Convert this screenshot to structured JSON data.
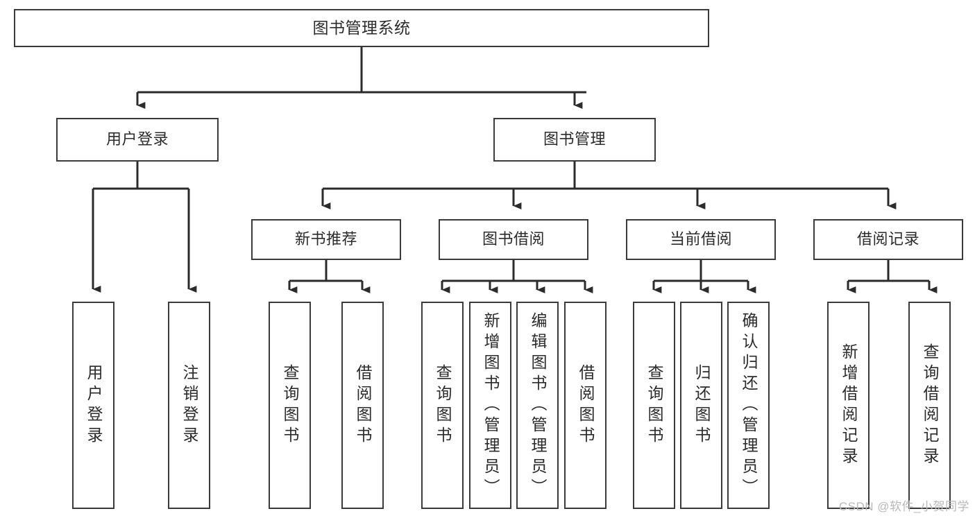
{
  "diagram": {
    "title_node": {
      "label": "图书管理系统"
    },
    "level2": [
      {
        "id": "user-login",
        "label": "用户登录"
      },
      {
        "id": "book-management",
        "label": "图书管理"
      }
    ],
    "level3": [
      {
        "id": "new-book-recommend",
        "label": "新书推荐"
      },
      {
        "id": "book-borrow",
        "label": "图书借阅"
      },
      {
        "id": "current-borrow",
        "label": "当前借阅"
      },
      {
        "id": "borrow-record",
        "label": "借阅记录"
      }
    ],
    "leaves": [
      {
        "id": "leaf-user-login",
        "label": "用户登录",
        "parent": "user-login"
      },
      {
        "id": "leaf-logout",
        "label": "注销登录",
        "parent": "user-login"
      },
      {
        "id": "leaf-query-book-1",
        "label": "查询图书",
        "parent": "new-book-recommend"
      },
      {
        "id": "leaf-borrow-book-1",
        "label": "借阅图书",
        "parent": "new-book-recommend"
      },
      {
        "id": "leaf-query-book-2",
        "label": "查询图书",
        "parent": "book-borrow"
      },
      {
        "id": "leaf-add-book",
        "label": "新增图书（管理员）",
        "parent": "book-borrow"
      },
      {
        "id": "leaf-edit-book",
        "label": "编辑图书（管理员）",
        "parent": "book-borrow"
      },
      {
        "id": "leaf-borrow-book-2",
        "label": "借阅图书",
        "parent": "book-borrow"
      },
      {
        "id": "leaf-query-book-3",
        "label": "查询图书",
        "parent": "current-borrow"
      },
      {
        "id": "leaf-return-book",
        "label": "归还图书",
        "parent": "current-borrow"
      },
      {
        "id": "leaf-confirm-return",
        "label": "确认归还（管理员）",
        "parent": "current-borrow"
      },
      {
        "id": "leaf-add-record",
        "label": "新增借阅记录",
        "parent": "borrow-record"
      },
      {
        "id": "leaf-query-record",
        "label": "查询借阅记录",
        "parent": "borrow-record"
      }
    ],
    "colors": {
      "box_border": "#3a3a3a",
      "connector": "#2b2b2b",
      "text": "#2b2b2b",
      "background": "#ffffff",
      "watermark": "#b9b9b9"
    }
  },
  "watermark": {
    "text": "CSDN @软件_小贺同学"
  }
}
